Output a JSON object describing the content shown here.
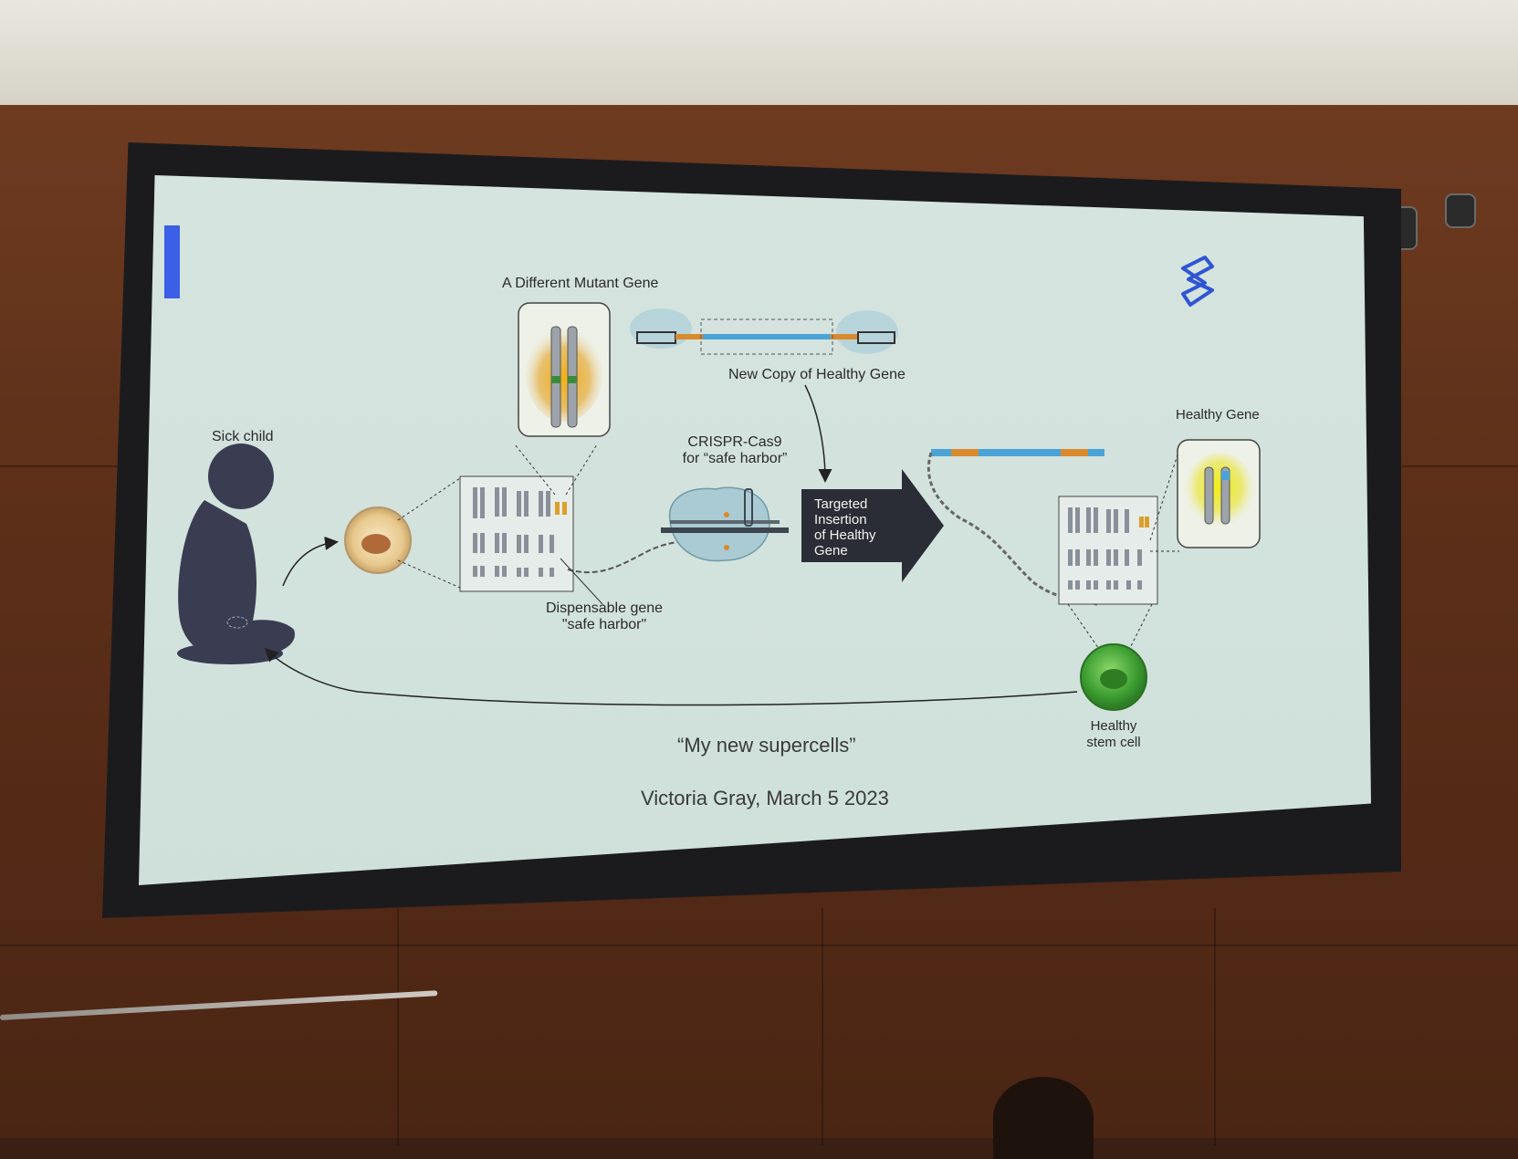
{
  "slide": {
    "labels": {
      "mutant_gene": "A Different Mutant Gene",
      "new_copy": "New Copy of Healthy Gene",
      "sick_child": "Sick child",
      "crispr_line1": "CRISPR-Cas9",
      "crispr_line2": "for “safe harbor”",
      "insertion_line1": "Targeted",
      "insertion_line2": "Insertion",
      "insertion_line3": "of Healthy",
      "insertion_line4": "Gene",
      "healthy_gene": "Healthy Gene",
      "dispensable_line1": "Dispensable gene",
      "dispensable_line2": "\"safe harbor\"",
      "stem_cell_line1": "Healthy",
      "stem_cell_line2": "stem cell"
    },
    "quote": "“My new supercells”",
    "credit": "Victoria Gray, March 5 2023",
    "icons": [
      "logo-icon",
      "child-silhouette-icon",
      "cell-icon",
      "chromosome-icon",
      "crispr-complex-icon",
      "dna-icon",
      "stem-cell-icon"
    ]
  },
  "colors": {
    "slide_bg": "#d3e3dd",
    "accent_bar": "#3b5fe6",
    "arrow_box": "#2b2d36",
    "healthy_cell": "#3fa033",
    "mutant_glow": "#e3a01c",
    "healthy_glow": "#e8e31a",
    "gene_blue": "#4aa3d6",
    "gene_orange": "#d98a2d"
  }
}
